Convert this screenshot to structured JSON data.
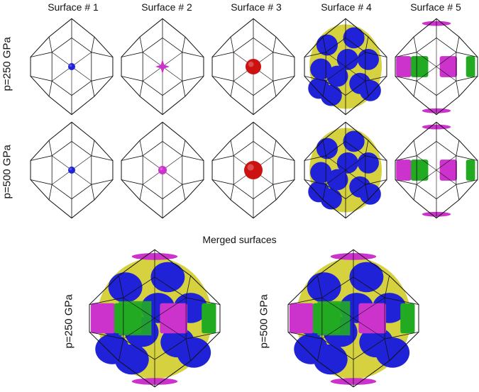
{
  "surfaces": {
    "titles": [
      "Surface # 1",
      "Surface # 2",
      "Surface # 3",
      "Surface # 4",
      "Surface # 5"
    ]
  },
  "rows": [
    {
      "label": "p=250 GPa"
    },
    {
      "label": "p=500 GPa"
    }
  ],
  "merged": {
    "title": "Merged surfaces",
    "panels": [
      {
        "label": "p=250 GPa"
      },
      {
        "label": "p=500 GPa"
      }
    ]
  },
  "colors": {
    "blue": "#1f22d6",
    "magenta": "#cc33cc",
    "red": "#cc1111",
    "yellow": "#d4cf35",
    "green": "#22aa22",
    "edge": "#111111"
  }
}
